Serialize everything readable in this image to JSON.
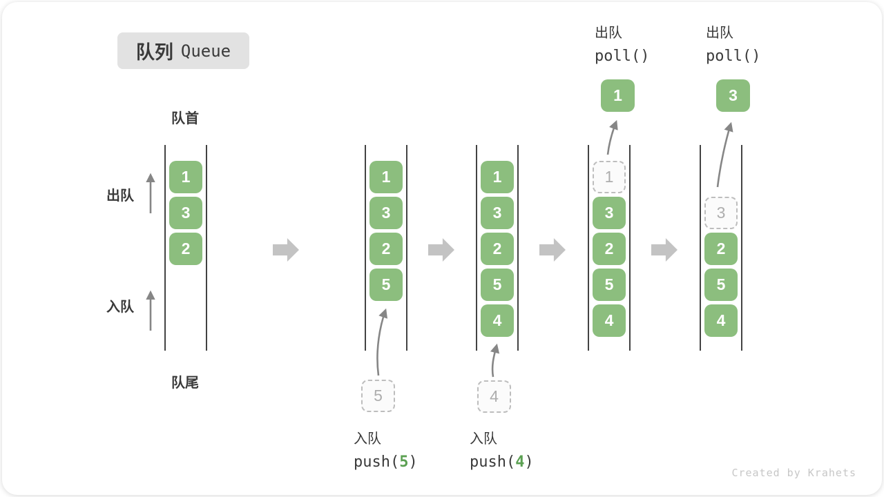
{
  "title": {
    "zh": "队列",
    "en": "Queue"
  },
  "labels": {
    "front": "队首",
    "rear": "队尾",
    "dequeue_side": "出队",
    "enqueue_side": "入队"
  },
  "ops": {
    "push5": {
      "label": "入队",
      "fn": "push(",
      "arg": "5",
      "close": ")"
    },
    "push4": {
      "label": "入队",
      "fn": "push(",
      "arg": "4",
      "close": ")"
    },
    "poll1": {
      "label": "出队",
      "code": "poll()"
    },
    "poll2": {
      "label": "出队",
      "code": "poll()"
    }
  },
  "states": [
    {
      "cells": [
        "1",
        "3",
        "2"
      ]
    },
    {
      "cells": [
        "1",
        "3",
        "2",
        "5"
      ],
      "staged": "5"
    },
    {
      "cells": [
        "1",
        "3",
        "2",
        "5",
        "4"
      ],
      "staged": "4"
    },
    {
      "removed": "1",
      "cells": [
        "3",
        "2",
        "5",
        "4"
      ],
      "result": "1"
    },
    {
      "removed": "3",
      "cells": [
        "2",
        "5",
        "4"
      ],
      "result": "3"
    }
  ],
  "watermark": "Created by Krahets",
  "colors": {
    "cell_green": "#8CBE7E",
    "arg_green": "#5BA052",
    "block_arrow_gray": "#C3C3C3",
    "line_dark": "#424242",
    "text_dark": "#3A3A3A",
    "dashed_border": "#BDBDBD",
    "dashed_text": "#ADADAD",
    "badge_bg": "#E2E2E2",
    "arrow_gray": "#868686",
    "watermark_gray": "#C7C7C7"
  }
}
